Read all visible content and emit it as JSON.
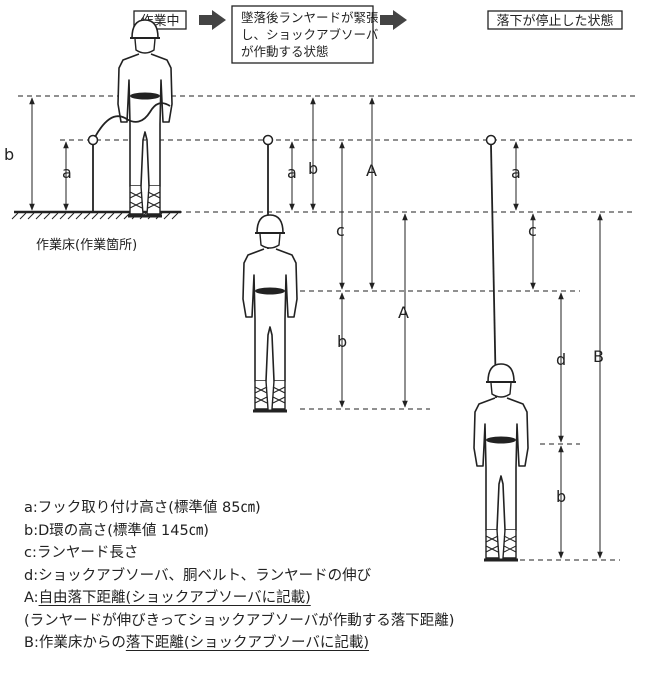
{
  "stages": {
    "working": "作業中",
    "after_fall_line1": "墜落後ランヤードが緊張",
    "after_fall_line2": "し、ショックアブソーバ",
    "after_fall_line3": "が作動する状態",
    "stopped": "落下が停止した状態"
  },
  "floor_label": "作業床(作業箇所)",
  "dimension_labels": {
    "a": "a",
    "b": "b",
    "c": "c",
    "d": "d",
    "A": "A",
    "B": "B"
  },
  "legend": {
    "a": "a:フック取り付け高さ(標準値 85㎝)",
    "b": "b:D環の高さ(標準値 145㎝)",
    "c": "c:ランヤード長さ",
    "d": "d:ショックアブソーバ、胴ベルト、ランヤードの伸び",
    "A_prefix": "A:",
    "A_main": "自由落下距離(ショックアブソーバに記載)",
    "A_note": "(ランヤードが伸びきってショックアブソーバが作動する落下距離)",
    "B_prefix": "B:作業床からの",
    "B_main": "落下距離(ショックアブソーバに記載)"
  },
  "colors": {
    "line": "#222222",
    "background": "#ffffff"
  }
}
